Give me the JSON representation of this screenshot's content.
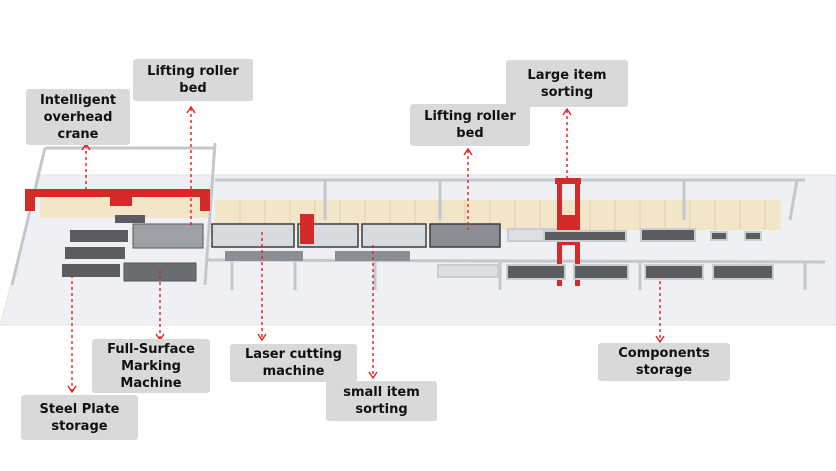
{
  "labels": {
    "intelligent_crane": "Intelligent\noverhead\ncrane",
    "lifting_roller_bed_left": "Lifting roller\nbed",
    "lifting_roller_bed_right": "Lifting roller\nbed",
    "large_item_sorting": "Large item\nsorting",
    "full_surface_marking": "Full-Surface\nMarking\nMachine",
    "laser_cutting": "Laser cutting\nmachine",
    "small_item_sorting": "small item\nsorting",
    "components_storage": "Components\nstorage",
    "steel_plate_storage": "Steel Plate\nstorage"
  },
  "colors": {
    "label_bg": "#d9d9d9",
    "arrow": "#e02020",
    "crane": "#d42a2a",
    "floor": "#eef0f3",
    "rail": "#c8ccd2",
    "plate": "#5a5c60",
    "wall": "#f3e6c8"
  }
}
